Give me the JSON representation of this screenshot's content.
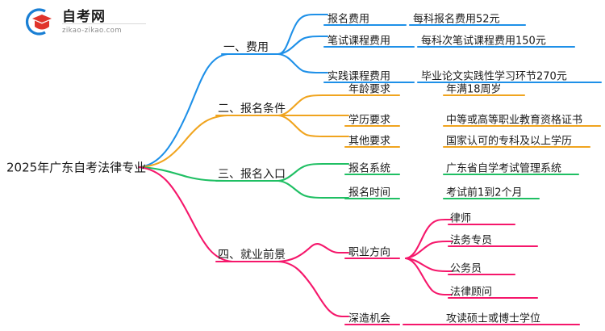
{
  "logo": {
    "brand_zh": "自考网",
    "brand_en": "zikao-zikao.com",
    "icon": "graduation-cap-icon",
    "ring_color": "#1a7fd4",
    "cap_color": "#e0342c"
  },
  "colors": {
    "blue": "#1e90e8",
    "orange": "#f0a41e",
    "green": "#1fbf63",
    "pink": "#f5176b",
    "text": "#1a1a1a"
  },
  "mindmap": {
    "type": "mindmap",
    "root": "2025年广东自考法律专业",
    "branches": [
      {
        "label": "一、费用",
        "color": "#1e90e8",
        "children": [
          {
            "label": "报名费用",
            "children": [
              {
                "label": "每科报名费用52元"
              }
            ]
          },
          {
            "label": "笔试课程费用",
            "children": [
              {
                "label": "每科次笔试课程费用150元"
              }
            ]
          },
          {
            "label": "实践课程费用",
            "children": [
              {
                "label": "毕业论文实践性学习环节270元"
              }
            ]
          }
        ]
      },
      {
        "label": "二、报名条件",
        "color": "#f0a41e",
        "children": [
          {
            "label": "年龄要求",
            "children": [
              {
                "label": "年满18周岁"
              }
            ]
          },
          {
            "label": "学历要求",
            "children": [
              {
                "label": "中等或高等职业教育资格证书"
              }
            ]
          },
          {
            "label": "其他要求",
            "children": [
              {
                "label": "国家认可的专科及以上学历"
              }
            ]
          }
        ]
      },
      {
        "label": "三、报名入口",
        "color": "#1fbf63",
        "children": [
          {
            "label": "报名系统",
            "children": [
              {
                "label": "广东省自学考试管理系统"
              }
            ]
          },
          {
            "label": "报名时间",
            "children": [
              {
                "label": "考试前1到2个月"
              }
            ]
          }
        ]
      },
      {
        "label": "四、就业前景",
        "color": "#f5176b",
        "children": [
          {
            "label": "职业方向",
            "children": [
              {
                "label": "律师"
              },
              {
                "label": "法务专员"
              },
              {
                "label": "公务员"
              },
              {
                "label": "法律顾问"
              }
            ]
          },
          {
            "label": "深造机会",
            "children": [
              {
                "label": "攻读硕士或博士学位"
              }
            ]
          }
        ]
      }
    ]
  },
  "nodes": {
    "root": "2025年广东自考法律专业",
    "b1": "一、费用",
    "b1c1": "报名费用",
    "b1c1l1": "每科报名费用52元",
    "b1c2": "笔试课程费用",
    "b1c2l1": "每科次笔试课程费用150元",
    "b1c3": "实践课程费用",
    "b1c3l1": "毕业论文实践性学习环节270元",
    "b2": "二、报名条件",
    "b2c1": "年龄要求",
    "b2c1l1": "年满18周岁",
    "b2c2": "学历要求",
    "b2c2l1": "中等或高等职业教育资格证书",
    "b2c3": "其他要求",
    "b2c3l1": "国家认可的专科及以上学历",
    "b3": "三、报名入口",
    "b3c1": "报名系统",
    "b3c1l1": "广东省自学考试管理系统",
    "b3c2": "报名时间",
    "b3c2l1": "考试前1到2个月",
    "b4": "四、就业前景",
    "b4c1": "职业方向",
    "b4c1l1": "律师",
    "b4c1l2": "法务专员",
    "b4c1l3": "公务员",
    "b4c1l4": "法律顾问",
    "b4c2": "深造机会",
    "b4c2l1": "攻读硕士或博士学位"
  }
}
